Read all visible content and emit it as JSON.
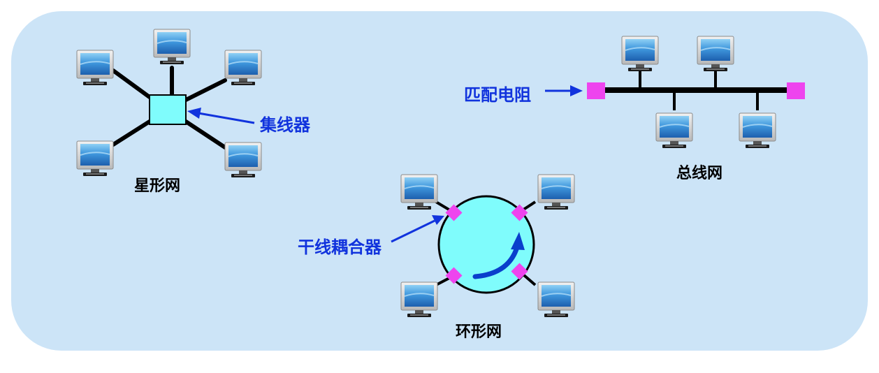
{
  "labels": {
    "star": "星形网",
    "hub": "集线器",
    "bus": "总线网",
    "terminator": "匹配电阻",
    "ring": "环形网",
    "trunk_coupler": "干线耦合器"
  },
  "icons": {
    "computer": "computer-icon",
    "hub": "hub-icon",
    "terminator": "terminator-icon",
    "coupler": "coupler-icon",
    "ring": "ring-icon",
    "direction_arrow": "direction-arrow-icon"
  },
  "colors": {
    "panel": "#cce4f7",
    "hub_fill": "#7ffcfc",
    "ring_fill": "#7ffcfc",
    "terminator": "#ee44ee",
    "coupler": "#ee44ee",
    "annotation_blue": "#1133dd",
    "arrow_blue": "#0a3fcc",
    "cable": "#000000"
  }
}
